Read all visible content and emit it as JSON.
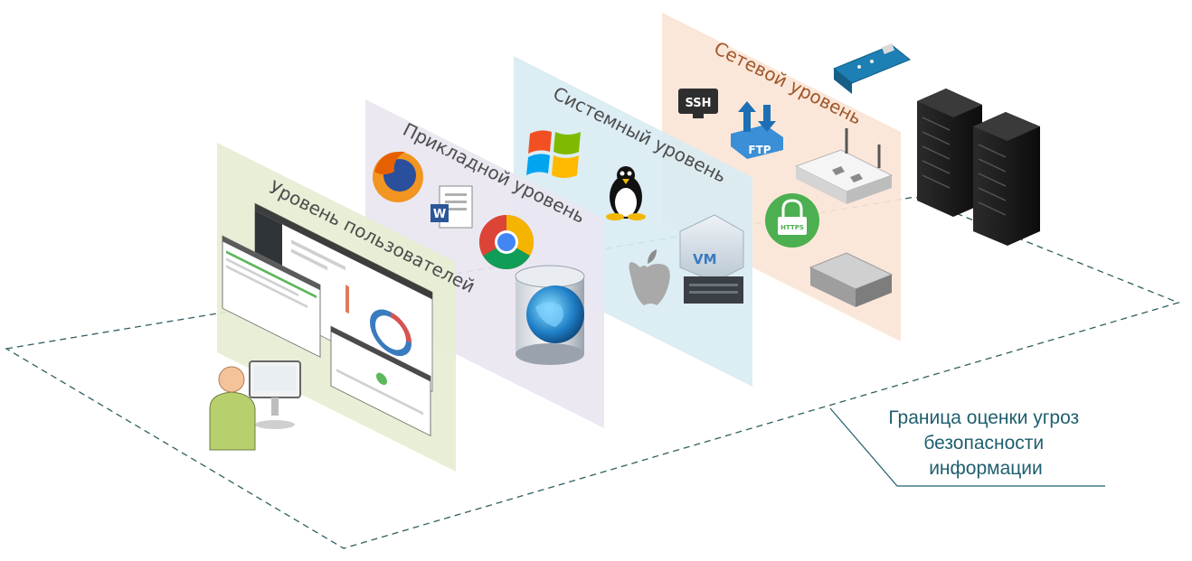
{
  "layers": [
    {
      "id": "user",
      "label": "Уровень пользователей",
      "fill": "#e6eed3",
      "text_color": "#4d4d4d"
    },
    {
      "id": "app",
      "label": "Прикладной уровень",
      "fill": "#e9e6f1",
      "text_color": "#4d4d4d"
    },
    {
      "id": "system",
      "label": "Системный уровень",
      "fill": "#d9ecf2",
      "text_color": "#4d4d4d"
    },
    {
      "id": "network",
      "label": "Сетевой уровень",
      "fill": "#fbe5d6",
      "text_color": "#a0562a"
    }
  ],
  "boundary": {
    "lines": [
      "Граница оценки угроз",
      "безопасности",
      "информации"
    ],
    "color": "#1f5e6e"
  },
  "icons": {
    "user_layer": [
      "user-icon",
      "monitor-icon",
      "app-screenshot-icon"
    ],
    "app_layer": [
      "firefox-icon",
      "word-document-icon",
      "chrome-icon",
      "database-globe-icon"
    ],
    "system_layer": [
      "windows-icon",
      "linux-tux-icon",
      "apple-icon",
      "vm-server-icon"
    ],
    "network_layer": [
      "ssh-icon",
      "ftp-icon",
      "router-icon",
      "https-lock-icon",
      "network-appliance-icon",
      "microcontroller-board-icon",
      "server-rack-icon"
    ]
  },
  "icon_labels": {
    "ssh": "SSH",
    "ftp": "FTP",
    "https": "HTTPS",
    "vm": "VM",
    "word": "W"
  }
}
